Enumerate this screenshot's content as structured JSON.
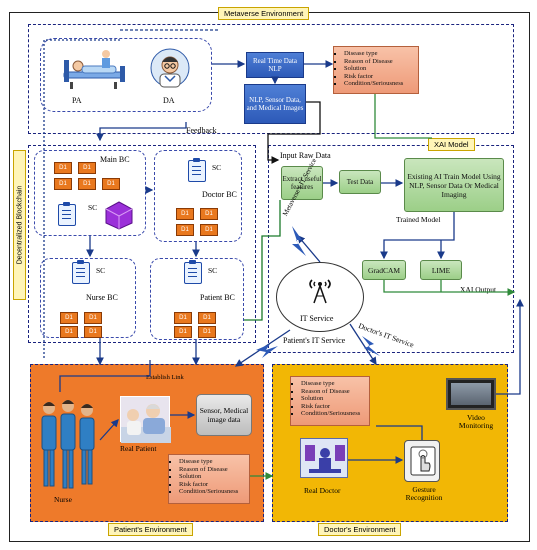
{
  "labels": {
    "metaverse_env": "Metaverse Environment",
    "xai_model": "XAI Model",
    "decentralized_blockchain": "Decentralized Blockchain",
    "patients_env": "Patient's Environment",
    "doctors_env": "Doctor's Environment",
    "pa": "PA",
    "da": "DA",
    "feedback": "Feedback",
    "real_time_nlp": "Real Time Data NLP",
    "nlp_sensor": "NLP, Sensor Data, and Medical Images",
    "input_raw": "Input Raw Data",
    "extract": "Extract useful features",
    "test_data": "Test Data",
    "existing_ai": "Existing AI Train Model Using NLP, Sensor Data Or Medical Imaging",
    "trained_model": "Trained Model",
    "gradcam": "GradCAM",
    "lime": "LIME",
    "xai_output": "XAI Output",
    "main_bc": "Main BC",
    "doctor_bc": "Doctor BC",
    "nurse_bc": "Nurse BC",
    "patient_bc": "Patient BC",
    "sc": "SC",
    "d1": "D1",
    "it_service": "IT Service",
    "metaverse_it": "Metaverse's IT Service",
    "patients_it": "Patient's IT Service",
    "doctors_it": "Doctor's IT Service",
    "establish_link": "Establish Link",
    "real_patient": "Real Patient",
    "sensor_data": "Sensor, Medical image data",
    "nurse": "Nurse",
    "real_doctor": "Real Doctor",
    "gesture": "Gesture Recognition",
    "video": "Video Monitoring"
  },
  "disease_items": [
    "Disease type",
    "Reason of Disease",
    "Solution",
    "Risk factor",
    "Condition/Seriousness"
  ],
  "colors": {
    "env_border": "#1a237e",
    "patient_env": "#ee7a2a",
    "doctor_env": "#f2b705",
    "blue_box": "#2d5ab8",
    "green_box": "#9ccf88",
    "salmon_box": "#ee9a78",
    "d1_block": "#e9781e",
    "cube": "#9b30d9"
  }
}
